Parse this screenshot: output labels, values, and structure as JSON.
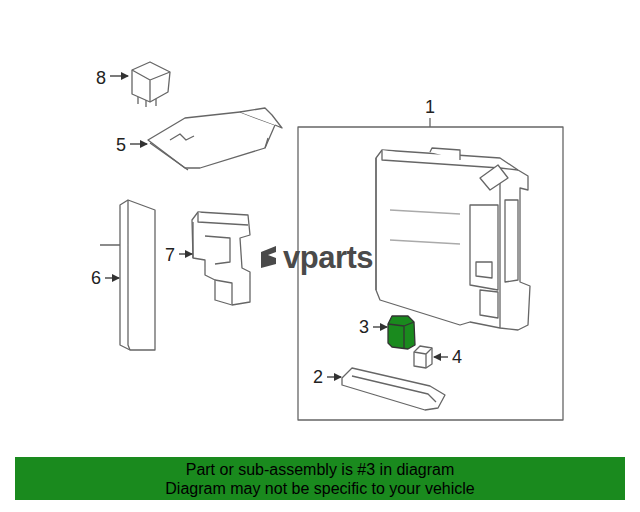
{
  "diagram": {
    "nodes": [
      {
        "text": [
          "Part or sub-assembly is #3 in diagram Diagram may not be specific to your vehicle"
        ]
      }
    ],
    "labels": [
      "8",
      "5",
      "1",
      "6",
      "vparts",
      "7",
      "3",
      "4",
      "2"
    ]
  }
}
